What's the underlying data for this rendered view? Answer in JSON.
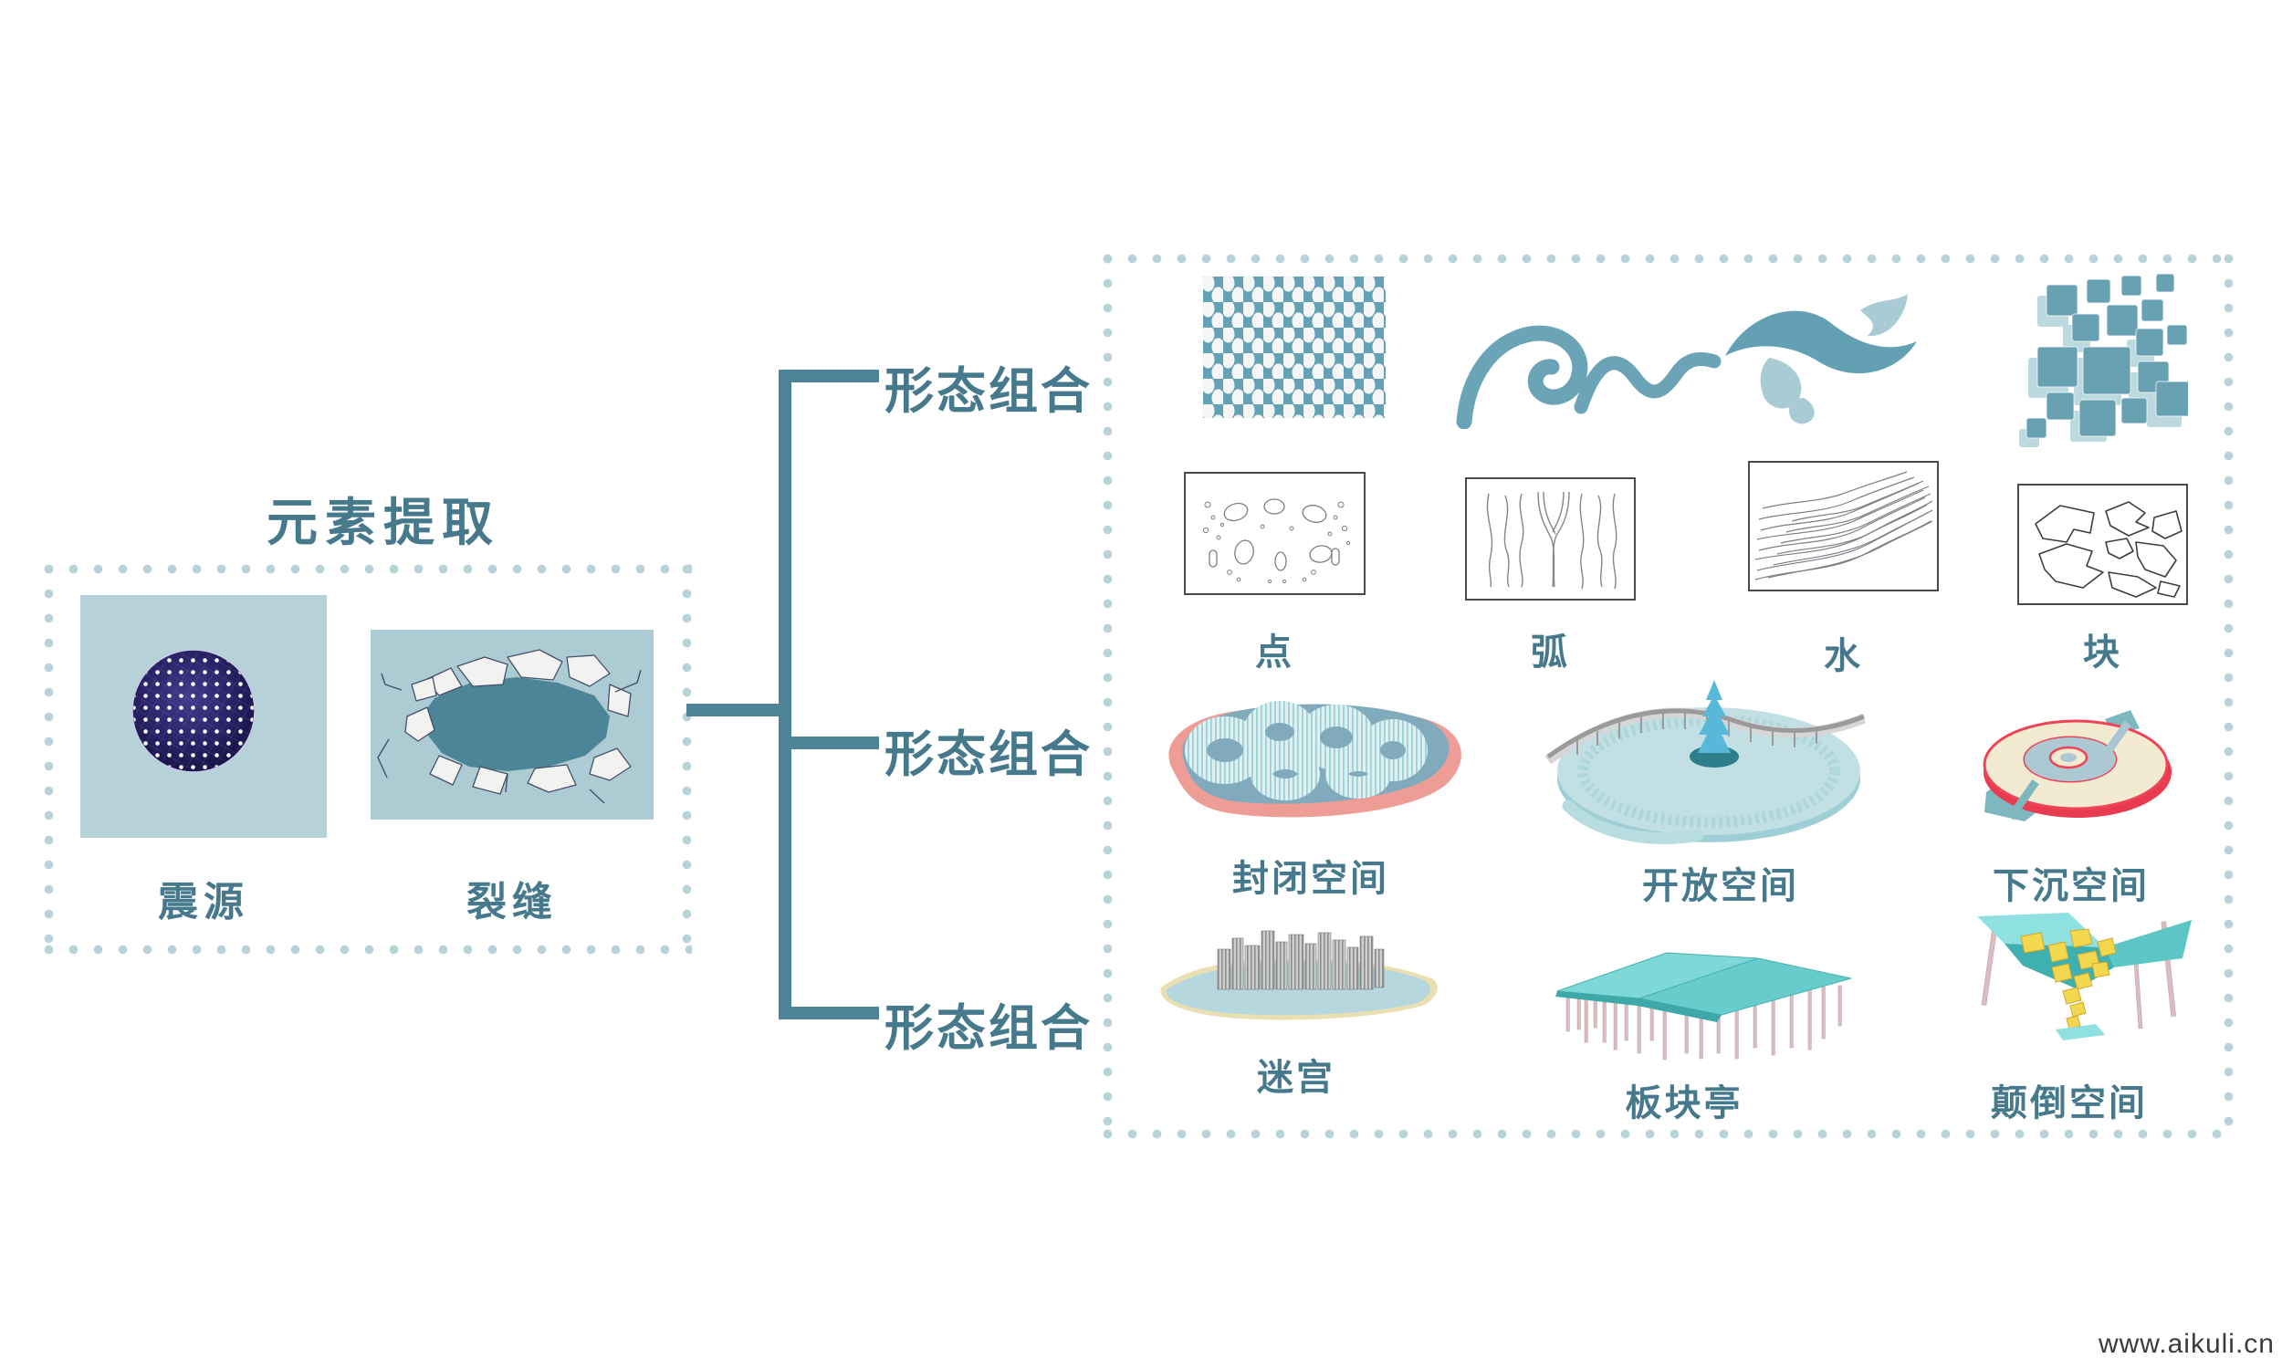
{
  "watermark": "www.aikuli.cn",
  "left_panel": {
    "title": "元素提取",
    "items": [
      {
        "label": "震源",
        "icon": "seismic-sphere"
      },
      {
        "label": "裂缝",
        "icon": "ground-crack"
      }
    ]
  },
  "tree": {
    "branches": [
      {
        "label": "形态组合"
      },
      {
        "label": "形态组合"
      },
      {
        "label": "形态组合"
      }
    ]
  },
  "right_panel": {
    "motifs": [
      {
        "name": "mesh-pattern"
      },
      {
        "name": "curve-ribbon"
      },
      {
        "name": "water-splash"
      },
      {
        "name": "block-cluster"
      }
    ],
    "sketches": [
      {
        "label": "点"
      },
      {
        "label": "弧"
      },
      {
        "label": "水"
      },
      {
        "label": "块"
      }
    ],
    "spaces": [
      {
        "label": "封闭空间"
      },
      {
        "label": "开放空间"
      },
      {
        "label": "下沉空间"
      }
    ],
    "structures": [
      {
        "label": "迷宫"
      },
      {
        "label": "板块亭"
      },
      {
        "label": "颠倒空间"
      }
    ]
  },
  "colors": {
    "accent_text": "#46798c",
    "tree_line": "#4e8398",
    "dot_border": "#b7d3d9",
    "card_bg": "#b6d1d7",
    "crack_bg": "#accbd3",
    "crack_core": "#4d8598",
    "motif_teal": "#6aa4b6",
    "motif_light": "#a9cbd4",
    "salmon": "#ee9d96",
    "slate_blue": "#82aabd",
    "highlight_red": "#ee4458",
    "cream": "#f2ebd1",
    "canopy_cyan": "#7ed8d8",
    "block_yellow": "#f3d84f",
    "pole_pink": "#d9bdc1"
  }
}
